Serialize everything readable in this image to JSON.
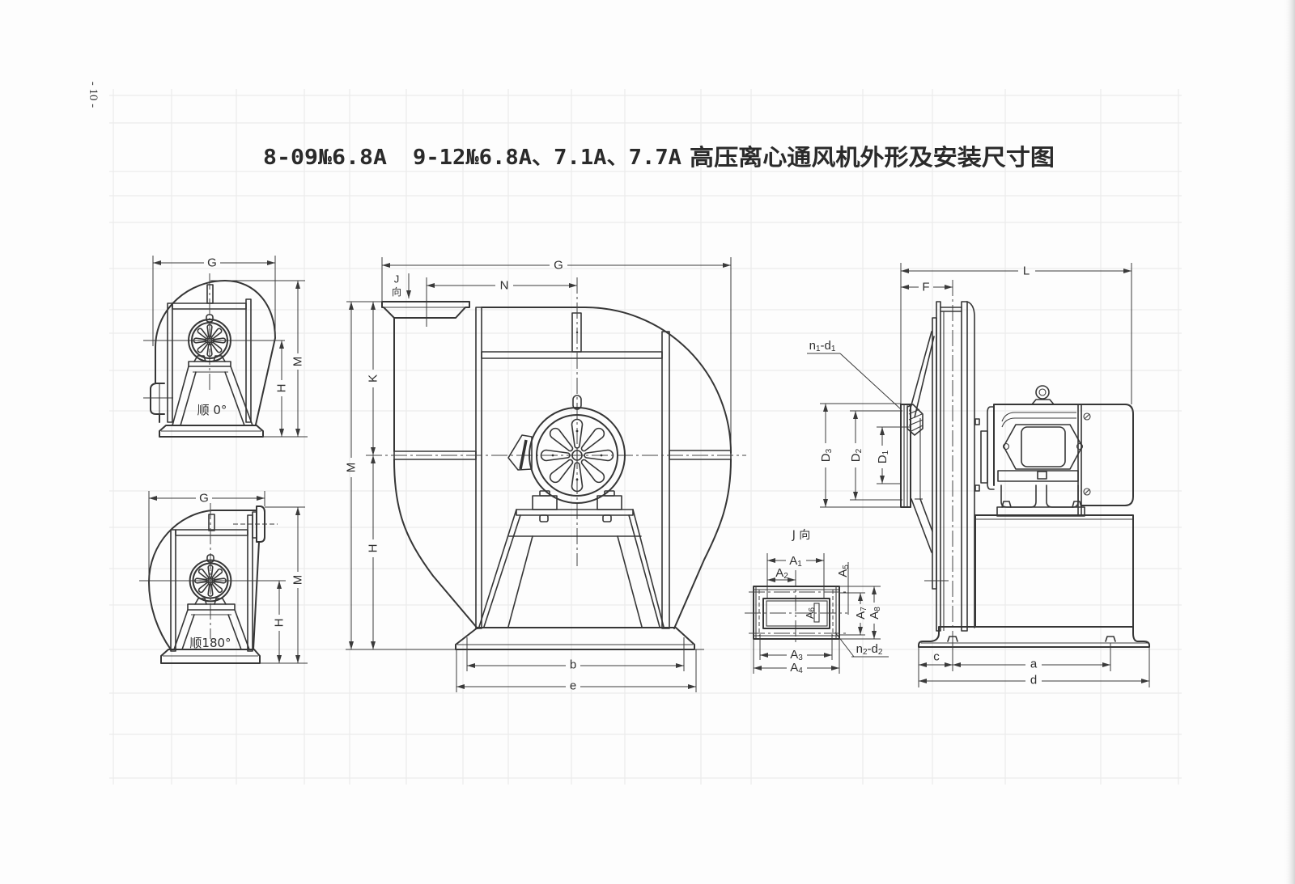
{
  "page": {
    "number": "- 10 -"
  },
  "title": {
    "model_a": "8-09№6.8A",
    "model_b": "9-12№6.8A、7.1A、7.7A",
    "description": "高压离心通风机外形及安装尺寸图"
  },
  "views": {
    "rotation_0": {
      "label": "顺 0°",
      "dims": {
        "G": "G",
        "H": "H",
        "M": "M"
      }
    },
    "rotation_180": {
      "label": "顺180°",
      "dims": {
        "G": "G",
        "H": "H",
        "M": "M"
      }
    },
    "front": {
      "direction_marker": {
        "letter": "J",
        "word": "向"
      },
      "dims": {
        "G": "G",
        "N": "N",
        "K": "K",
        "M": "M",
        "H": "H",
        "b": "b",
        "e": "e"
      }
    },
    "j_direction": {
      "title": "J 向",
      "dims": {
        "A1": {
          "letter": "A",
          "sub": "1"
        },
        "A2": {
          "letter": "A",
          "sub": "2"
        },
        "A3": {
          "letter": "A",
          "sub": "3"
        },
        "A4": {
          "letter": "A",
          "sub": "4"
        },
        "A5": {
          "letter": "A",
          "sub": "5"
        },
        "A6": {
          "letter": "A",
          "sub": "6"
        },
        "A7": {
          "letter": "A",
          "sub": "7"
        },
        "A8": {
          "letter": "A",
          "sub": "8"
        }
      },
      "bolt_holes": {
        "n": "n",
        "n_sub": "2",
        "sep": "-d",
        "d_sub": "2"
      }
    },
    "side": {
      "dims": {
        "L": "L",
        "F": "F",
        "D1": {
          "letter": "D",
          "sub": "1"
        },
        "D2": {
          "letter": "D",
          "sub": "2"
        },
        "D3": {
          "letter": "D",
          "sub": "3"
        },
        "a": "a",
        "c": "c",
        "d": "d"
      },
      "bolt_holes": {
        "n": "n",
        "n_sub": "1",
        "sep": "-d",
        "d_sub": "1"
      }
    }
  },
  "colors": {
    "line": "#363636",
    "background": "#fdfdfd",
    "bleed_through": "#ececec"
  }
}
